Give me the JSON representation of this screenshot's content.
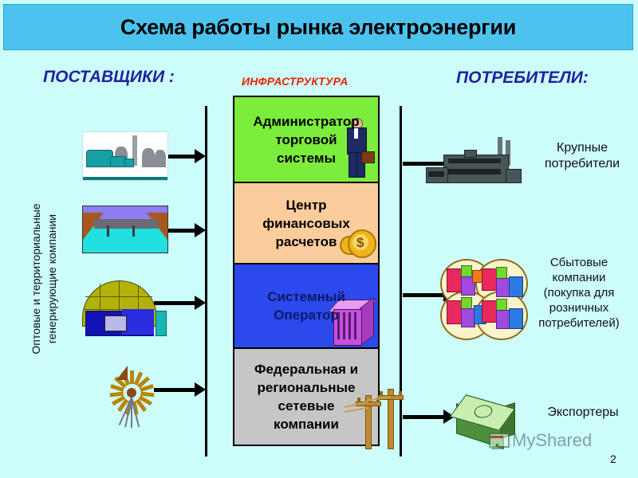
{
  "slide": {
    "title": "Схема работы рынка электроэнергии",
    "page_number": "2",
    "background_color": "#ccfdfb",
    "title_bar_color": "#4cc3ee"
  },
  "headings": {
    "suppliers": "ПОСТАВЩИКИ :",
    "infrastructure": "ИНФРАСТРУКТУРА",
    "infrastructure_color": "#ee2200",
    "consumers": "ПОТРЕБИТЕЛИ:",
    "heading_color": "#22229c"
  },
  "suppliers": {
    "vertical_label_line1": "Оптовые и территориальные",
    "vertical_label_line2": "генерирующие компании",
    "items": [
      {
        "icon": "thermal-power-plant-icon"
      },
      {
        "icon": "hydro-dam-icon"
      },
      {
        "icon": "nuclear-power-plant-icon"
      },
      {
        "icon": "windmill-icon"
      }
    ]
  },
  "infrastructure": {
    "boxes": [
      {
        "label_line1": "Администратор",
        "label_line2": "торговой",
        "label_line3": "системы",
        "color": "#7ced3c",
        "icon": "businessman-icon"
      },
      {
        "label_line1": "Центр",
        "label_line2": "финансовых",
        "label_line3": "расчетов",
        "color": "#fbcd9c",
        "icon": "coin-icon",
        "icon_symbol": "$"
      },
      {
        "label_line1": "Системный",
        "label_line2": "Оператор",
        "color": "#2b49ed",
        "icon": "server-icon"
      },
      {
        "label_line1": "Федеральная и",
        "label_line2": "региональные",
        "label_line3": "сетевые",
        "label_line4": "компании",
        "color": "#c6c6c6",
        "icon": "power-pylon-icon"
      }
    ]
  },
  "consumers": [
    {
      "label_line1": "Крупные",
      "label_line2": "потребители",
      "icon": "factory-icon"
    },
    {
      "label_line1": "Сбытовые",
      "label_line2": "компании",
      "label_line3": "(покупка для",
      "label_line4": "розничных",
      "label_line5": "потребителей)",
      "icon": "retail-companies-icon"
    },
    {
      "label_line1": "Экспортеры",
      "icon": "money-stack-icon"
    }
  ],
  "watermark": {
    "text": "MyShared",
    "icon": "myshared-presentation-icon"
  }
}
